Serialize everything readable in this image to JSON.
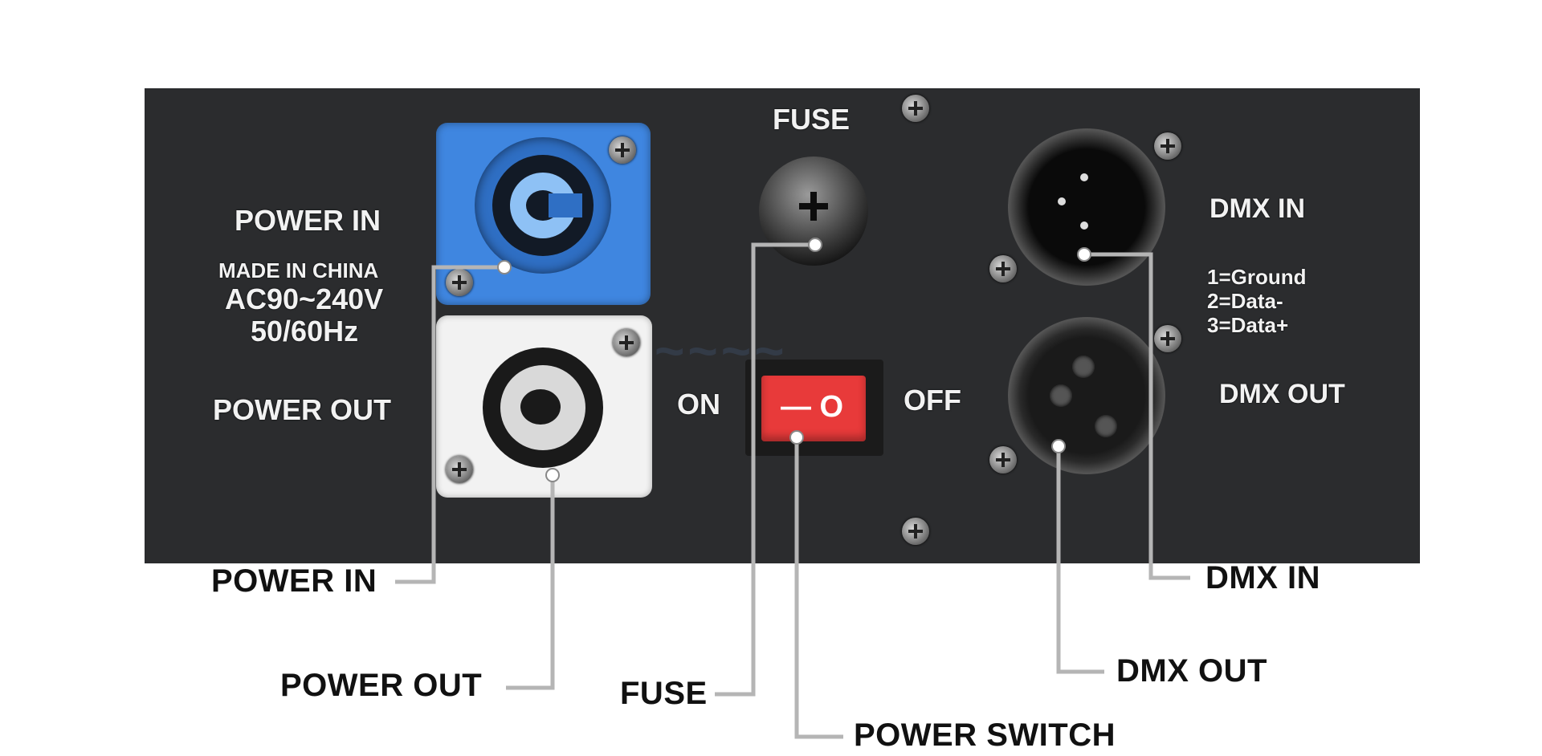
{
  "panel_labels": {
    "power_in": "POWER IN",
    "made_in": "MADE IN CHINA",
    "voltage": "AC90~240V",
    "frequency": "50/60Hz",
    "power_out": "POWER OUT",
    "fuse": "FUSE",
    "on": "ON",
    "off": "OFF",
    "switch_symbols": "— O",
    "dmx_in": "DMX IN",
    "pin1": "1=Ground",
    "pin2": "2=Data-",
    "pin3": "3=Data+",
    "dmx_out": "DMX OUT"
  },
  "callouts": {
    "power_in": "POWER IN",
    "power_out": "POWER OUT",
    "fuse": "FUSE",
    "power_switch": "POWER SWITCH",
    "dmx_in": "DMX IN",
    "dmx_out": "DMX OUT"
  },
  "colors": {
    "panel": "#2b2c2e",
    "power_in_connector": "#3f86e0",
    "power_out_connector": "#f2f2f2",
    "switch": "#e83a3a",
    "leader_line": "#b5b5b5"
  }
}
